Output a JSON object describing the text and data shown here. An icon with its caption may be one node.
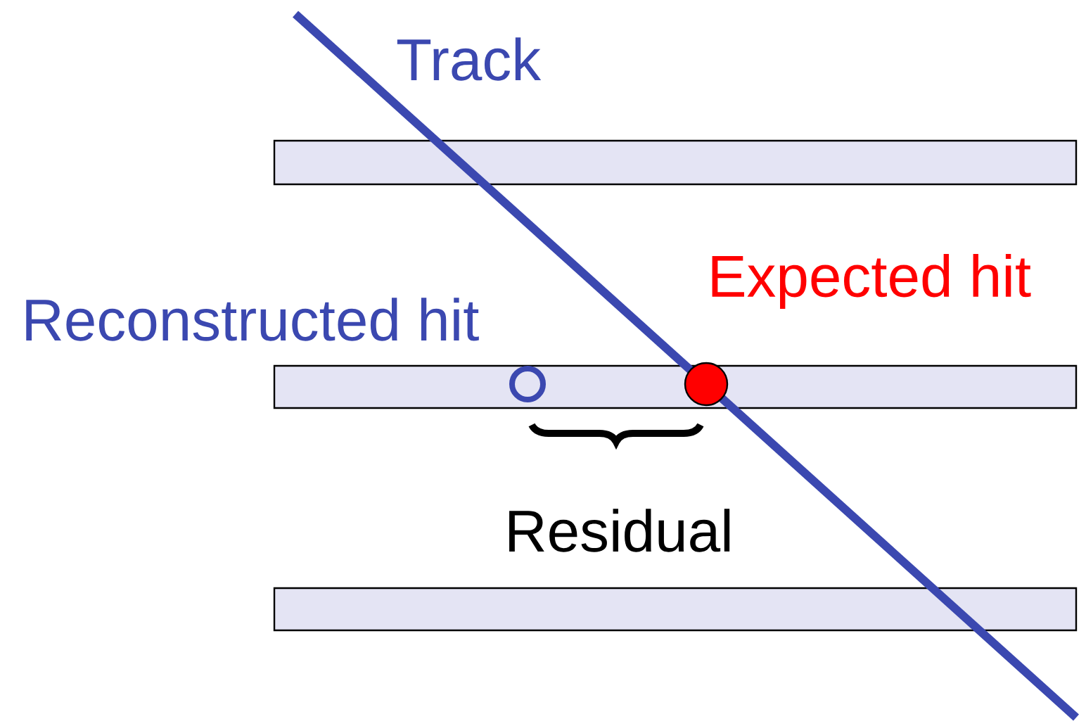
{
  "diagram": {
    "labels": [
      "Track",
      "Expected hit",
      "Reconstructed hit",
      "Residual"
    ]
  }
}
